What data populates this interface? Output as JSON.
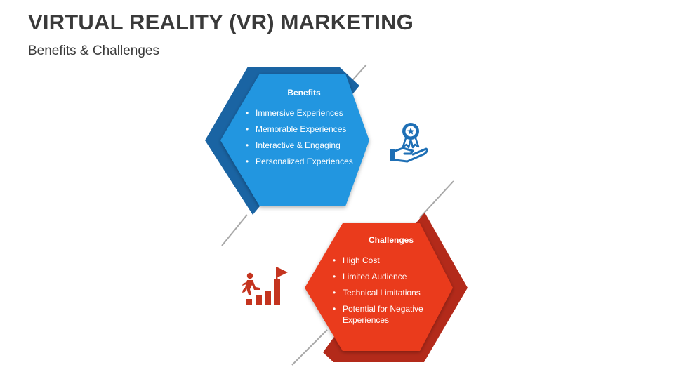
{
  "slide": {
    "title": "VIRTUAL REALITY (VR) MARKETING",
    "subtitle": "Benefits & Challenges"
  },
  "benefits": {
    "heading": "Benefits",
    "items": [
      "Immersive Experiences",
      "Memorable Experiences",
      "Interactive & Engaging",
      "Personalized Experiences"
    ],
    "icon": "hand-award-icon",
    "colors": {
      "front": "#2196e0",
      "back": "#1a64a3"
    }
  },
  "challenges": {
    "heading": "Challenges",
    "items": [
      "High Cost",
      "Limited Audience",
      "Technical Limitations",
      "Potential for Negative Experiences"
    ],
    "icon": "climbing-stairs-flag-icon",
    "colors": {
      "front": "#ea3b1c",
      "back": "#b32a1a"
    }
  }
}
